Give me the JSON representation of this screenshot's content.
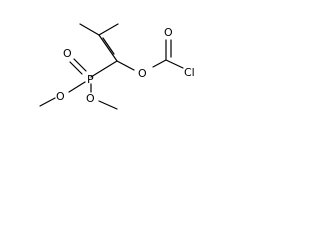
{
  "atoms": {
    "phosphorus": "P",
    "phosphoryl_oxygen": "O",
    "methoxy_oxygen_left": "O",
    "methoxy_oxygen_right": "O",
    "enol_ether_oxygen": "O",
    "carbonyl_oxygen": "O",
    "chlorine": "Cl"
  }
}
